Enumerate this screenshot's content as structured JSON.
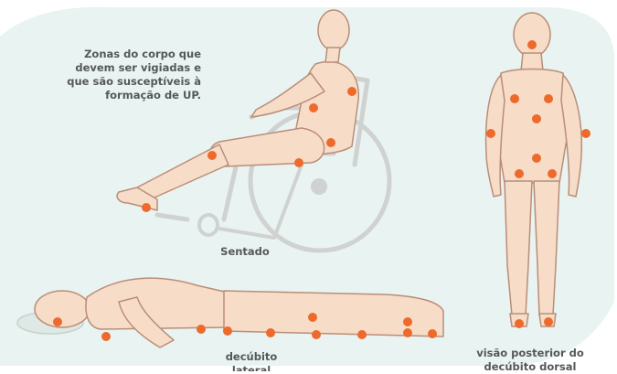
{
  "intro": {
    "lines": [
      "Zonas do corpo que",
      "devem ser vigiadas e",
      "que são susceptíveis à",
      "formação de UP."
    ]
  },
  "labels": {
    "sitting": "Sentado",
    "lateral_line1": "decúbito",
    "lateral_line2": "lateral",
    "dorsal_line1": "visão posterior do",
    "dorsal_line2": "decúbito dorsal"
  },
  "colors": {
    "background": "#e9f3f1",
    "skin": "#f7dcc8",
    "outline": "#b98e78",
    "pressure_point": "#ee6a2c",
    "wheelchair": "#cfd2d0",
    "text": "#55585a"
  }
}
